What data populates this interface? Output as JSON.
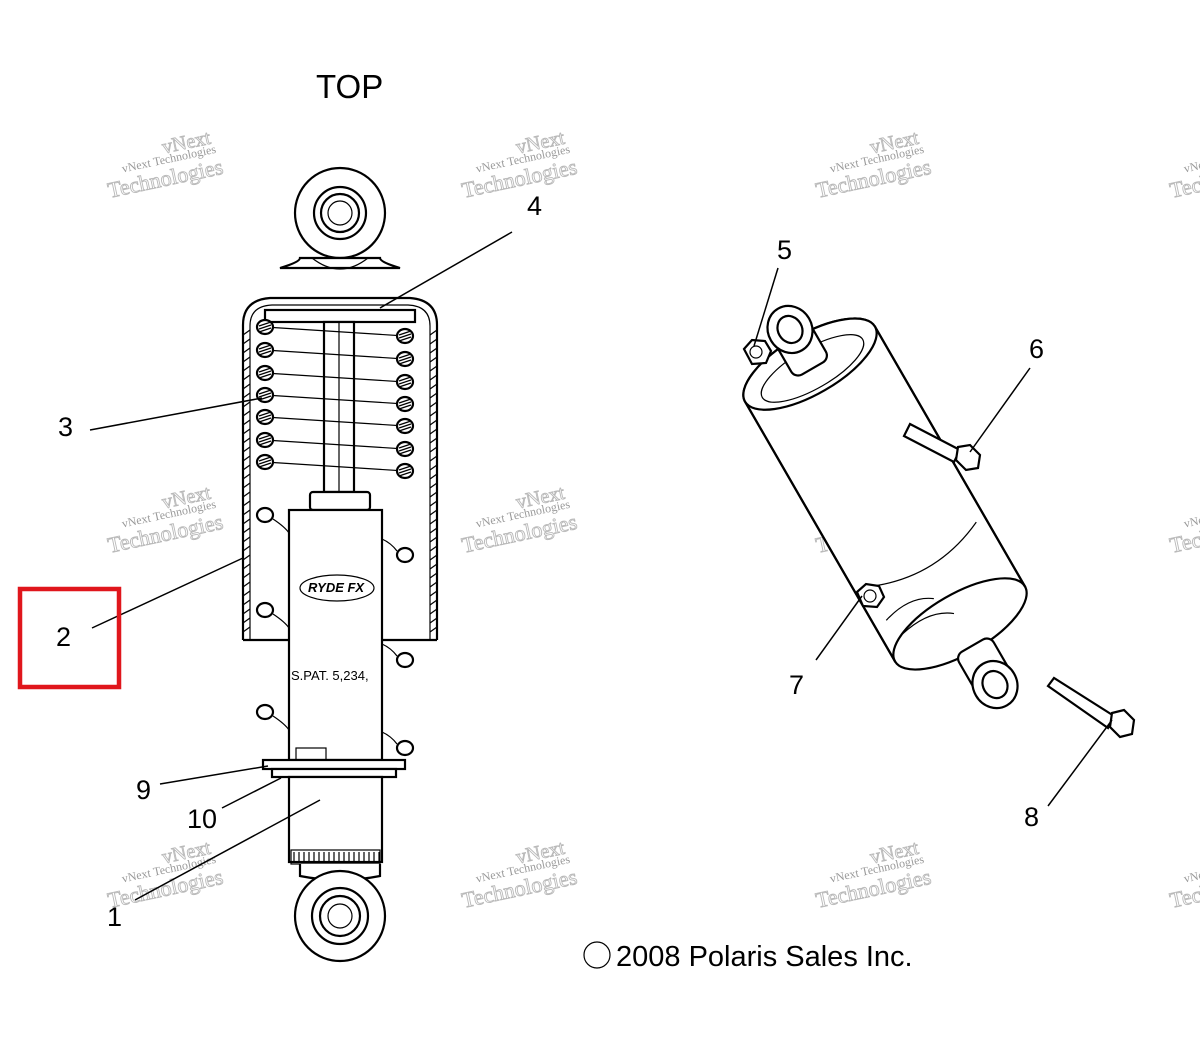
{
  "title": "TOP",
  "callouts": [
    {
      "id": "1",
      "label": "1"
    },
    {
      "id": "2",
      "label": "2"
    },
    {
      "id": "3",
      "label": "3"
    },
    {
      "id": "4",
      "label": "4"
    },
    {
      "id": "5",
      "label": "5"
    },
    {
      "id": "6",
      "label": "6"
    },
    {
      "id": "7",
      "label": "7"
    },
    {
      "id": "8",
      "label": "8"
    },
    {
      "id": "9",
      "label": "9"
    },
    {
      "id": "10",
      "label": "10"
    }
  ],
  "highlighted_callout": "2",
  "highlight_color": "#e0161c",
  "shock_body_text": "S.PAT. 5,234,",
  "shock_logo_text": "RYDE FX",
  "copyright_symbol": "©",
  "copyright_text": "2008  Polaris Sales Inc.",
  "watermark": {
    "line1": "vNext Technologies",
    "line2": "vNext",
    "line3": "Technologies"
  }
}
